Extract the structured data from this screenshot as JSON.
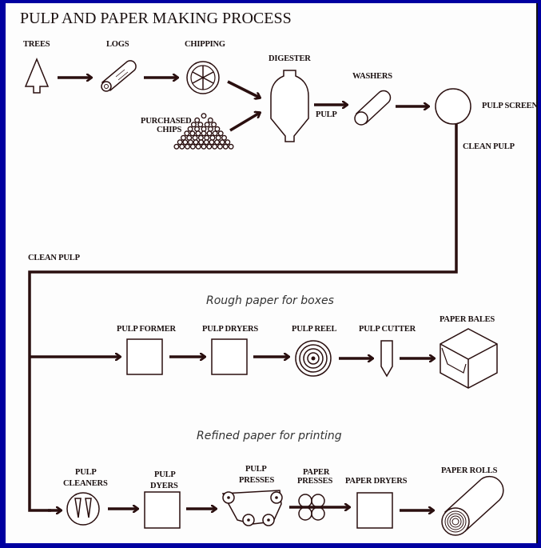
{
  "title": "PULP AND PAPER MAKING PROCESS",
  "colors": {
    "frame": "#0000a0",
    "ink": "#2a0f0f",
    "paper": "#fdfdfd"
  },
  "stage1": {
    "trees": "TREES",
    "logs": "LOGS",
    "chipping": "CHIPPING",
    "purchased_chips": [
      "PURCHASED",
      "CHIPS"
    ],
    "digester": "DIGESTER",
    "pulp": "PULP",
    "washers": "WASHERS",
    "pulp_screen": "PULP SCREEN",
    "clean_pulp_right": "CLEAN PULP",
    "clean_pulp_left": "CLEAN PULP"
  },
  "rough": {
    "heading": "Rough paper for boxes",
    "pulp_former": "PULP FORMER",
    "pulp_dryers": "PULP DRYERS",
    "pulp_reel": "PULP REEL",
    "pulp_cutter": "PULP CUTTER",
    "paper_bales": "PAPER BALES"
  },
  "refined": {
    "heading": "Refined paper for printing",
    "pulp_cleaners": [
      "PULP",
      "CLEANERS"
    ],
    "pulp_dyers": [
      "PULP",
      "DYERS"
    ],
    "pulp_presses": [
      "PULP",
      "PRESSES"
    ],
    "paper_presses": [
      "PAPER",
      "PRESSES"
    ],
    "paper_dryers": "PAPER DRYERS",
    "paper_rolls": "PAPER ROLLS"
  }
}
